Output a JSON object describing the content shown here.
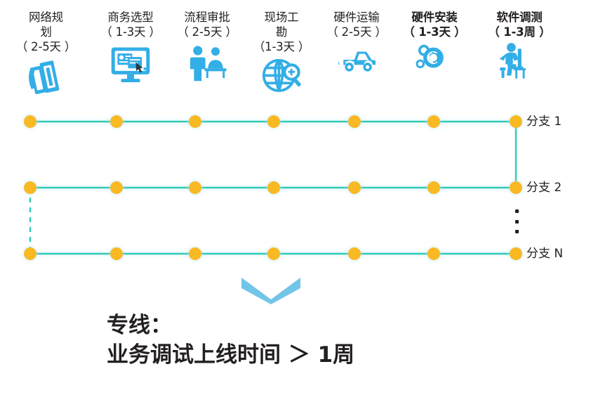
{
  "colors": {
    "icon_blue": "#33aee6",
    "chevron_blue": "#71c5e8",
    "node_yellow": "#f9b921",
    "line_teal": "#2ecbb5",
    "text_dark": "#231f20"
  },
  "phases": [
    {
      "title": "网络规\n划\n（ 2-5天 ）",
      "name": "network-planning",
      "icon": "blueprint-rolls-icon",
      "bold": false,
      "duration": "2-5天"
    },
    {
      "title": "商务选型\n（ 1-3天 ）",
      "name": "business-selection",
      "icon": "desktop-monitor-icon",
      "bold": false,
      "duration": "1-3天"
    },
    {
      "title": "流程审批\n（ 2-5天 ）",
      "name": "process-approval",
      "icon": "two-people-counter-icon",
      "bold": false,
      "duration": "2-5天"
    },
    {
      "title": "现场工\n勘\n（1-3天 ）",
      "name": "site-survey",
      "icon": "globe-magnifier-icon",
      "bold": false,
      "duration": "1-3天"
    },
    {
      "title": "硬件运输\n（ 2-5天 ）",
      "name": "hardware-transport",
      "icon": "pickup-truck-icon",
      "bold": false,
      "duration": "2-5天"
    },
    {
      "title": "硬件安装\n（ 1-3天 ）",
      "name": "hardware-installation",
      "icon": "gears-icon",
      "bold": true,
      "duration": "1-3天"
    },
    {
      "title": "软件调测\n（ 1-3周 ）",
      "name": "software-commissioning",
      "icon": "person-at-desk-icon",
      "bold": true,
      "duration": "1-3周"
    }
  ],
  "branches": {
    "rows": [
      {
        "label": "分支 1",
        "name": "branch-1"
      },
      {
        "label": "分支 2",
        "name": "branch-2"
      },
      {
        "label": "分支 N",
        "name": "branch-n"
      }
    ],
    "node_count": 7,
    "vertical_ellipsis": "⋮"
  },
  "caption": {
    "line1": "专线：",
    "line2": "业务调试上线时间 ＞ 1周"
  }
}
